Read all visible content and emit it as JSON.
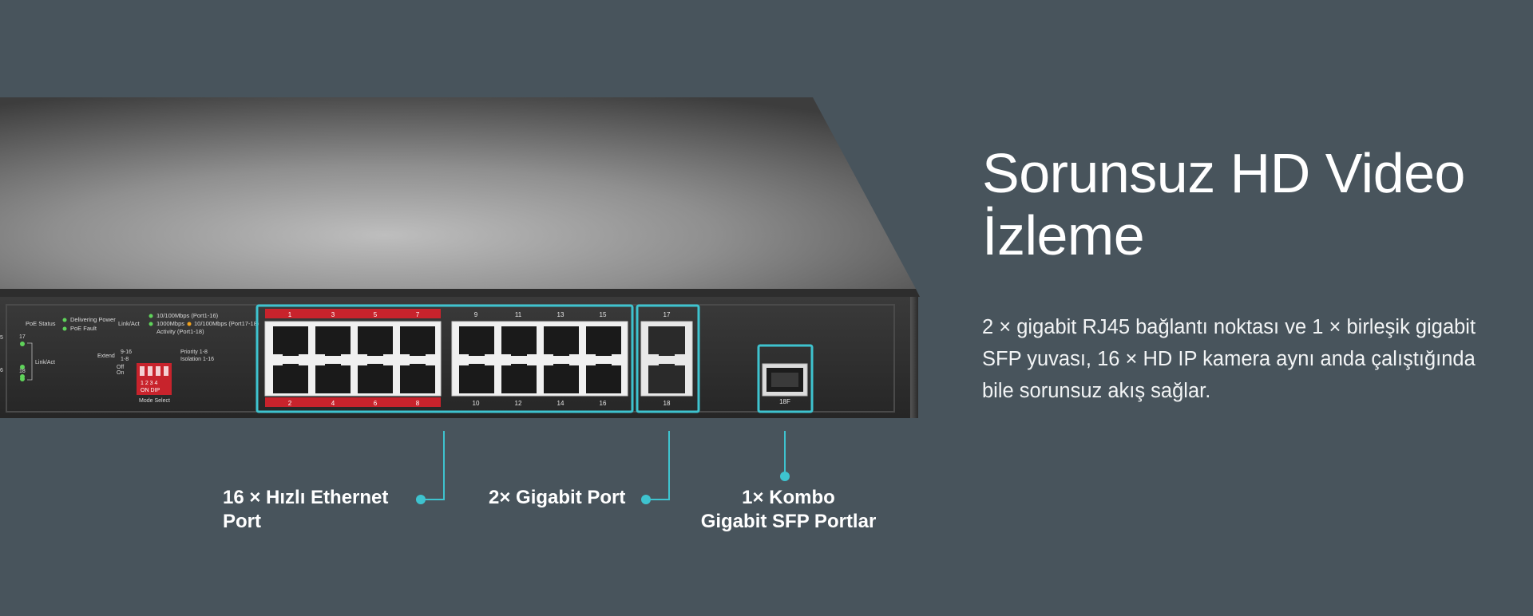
{
  "hero": {
    "title_line1": "Sorunsuz HD Video",
    "title_line2": "İzleme",
    "description": "2 × gigabit RJ45 bağlantı noktası ve 1 × birleşik gigabit SFP yuvası, 16 × HD IP kamera aynı anda çalıştığında bile sorunsuz akış sağlar."
  },
  "callouts": {
    "fast_ethernet": {
      "line1": "16 × Hızlı Ethernet",
      "line2": "Port"
    },
    "gigabit": {
      "line1": "2× Gigabit Port"
    },
    "combo": {
      "line1": "1× Kombo",
      "line2": "Gigabit SFP Portlar"
    }
  },
  "panel": {
    "poe_status": "PoE Status",
    "delivering_power": "Delivering Power",
    "poe_fault": "PoE Fault",
    "link_act": "Link/Act",
    "speed_100": "10/100Mbps (Port1-16)",
    "speed_1000": "1000Mbps",
    "speed_10_100_gig": "10/100Mbps (Port17-18)",
    "activity": "Activity (Port1-18)",
    "extend": "Extend",
    "extend_ports": "9-16",
    "extend_ports2": "1-8",
    "off": "Off",
    "on": "On",
    "priority": "Priority 1-8",
    "isolation": "Isolation 1-16",
    "dip_nums": "1 2 3 4",
    "dip_label": "ON DIP",
    "mode_select": "Mode Select",
    "left_link_act": "Link/Act",
    "left_17": "17",
    "left_18": "18",
    "left_5": "5",
    "left_6": "6"
  },
  "ports": {
    "top_red": [
      "1",
      "3",
      "5",
      "7"
    ],
    "bottom_red": [
      "2",
      "4",
      "6",
      "8"
    ],
    "top_white": [
      "9",
      "11",
      "13",
      "15"
    ],
    "bottom_white": [
      "10",
      "12",
      "14",
      "16"
    ],
    "gig_top": "17",
    "gig_bottom": "18",
    "sfp": "18F"
  },
  "colors": {
    "background": "#48545c",
    "accent": "#3ec3cf",
    "poe_red": "#c8232c"
  }
}
